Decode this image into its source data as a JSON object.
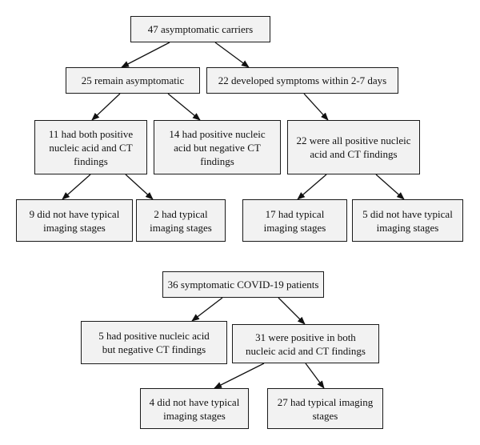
{
  "colors": {
    "box_fill": "#f2f2f2",
    "box_border": "#1a1a1a",
    "text": "#111111",
    "arrow": "#111111"
  },
  "diagram": {
    "nodes": [
      {
        "id": "n1",
        "lines": [
          "47 asymptomatic carriers"
        ]
      },
      {
        "id": "n2",
        "lines": [
          "25 remain asymptomatic"
        ]
      },
      {
        "id": "n3",
        "lines": [
          "22 developed symptoms within 2-7 days"
        ]
      },
      {
        "id": "n4",
        "lines": [
          "11 had both positive",
          "nucleic acid and CT",
          "findings"
        ]
      },
      {
        "id": "n5",
        "lines": [
          "14 had positive nucleic",
          "acid but negative CT",
          "findings"
        ]
      },
      {
        "id": "n6",
        "lines": [
          "22 were all positive nucleic",
          "acid and CT findings"
        ]
      },
      {
        "id": "n7",
        "lines": [
          "9 did not have typical",
          "imaging stages"
        ]
      },
      {
        "id": "n8",
        "lines": [
          "2 had typical",
          "imaging stages"
        ]
      },
      {
        "id": "n9",
        "lines": [
          "17 had typical",
          "imaging stages"
        ]
      },
      {
        "id": "n10",
        "lines": [
          "5 did not have typical",
          "imaging stages"
        ]
      },
      {
        "id": "n11",
        "lines": [
          "36 symptomatic COVID-19 patients"
        ]
      },
      {
        "id": "n12",
        "lines": [
          "5 had positive nucleic acid",
          "but negative CT findings"
        ]
      },
      {
        "id": "n13",
        "lines": [
          "31 were positive in both",
          "nucleic acid and CT findings"
        ]
      },
      {
        "id": "n14",
        "lines": [
          "4 did not have typical",
          "imaging stages"
        ]
      },
      {
        "id": "n15",
        "lines": [
          "27 had typical imaging",
          "stages"
        ]
      }
    ],
    "edges": [
      {
        "from": "n1",
        "to": "n2"
      },
      {
        "from": "n1",
        "to": "n3"
      },
      {
        "from": "n2",
        "to": "n4"
      },
      {
        "from": "n2",
        "to": "n5"
      },
      {
        "from": "n3",
        "to": "n6"
      },
      {
        "from": "n4",
        "to": "n7"
      },
      {
        "from": "n4",
        "to": "n8"
      },
      {
        "from": "n6",
        "to": "n9"
      },
      {
        "from": "n6",
        "to": "n10"
      },
      {
        "from": "n11",
        "to": "n12"
      },
      {
        "from": "n11",
        "to": "n13"
      },
      {
        "from": "n13",
        "to": "n14"
      },
      {
        "from": "n13",
        "to": "n15"
      }
    ]
  }
}
